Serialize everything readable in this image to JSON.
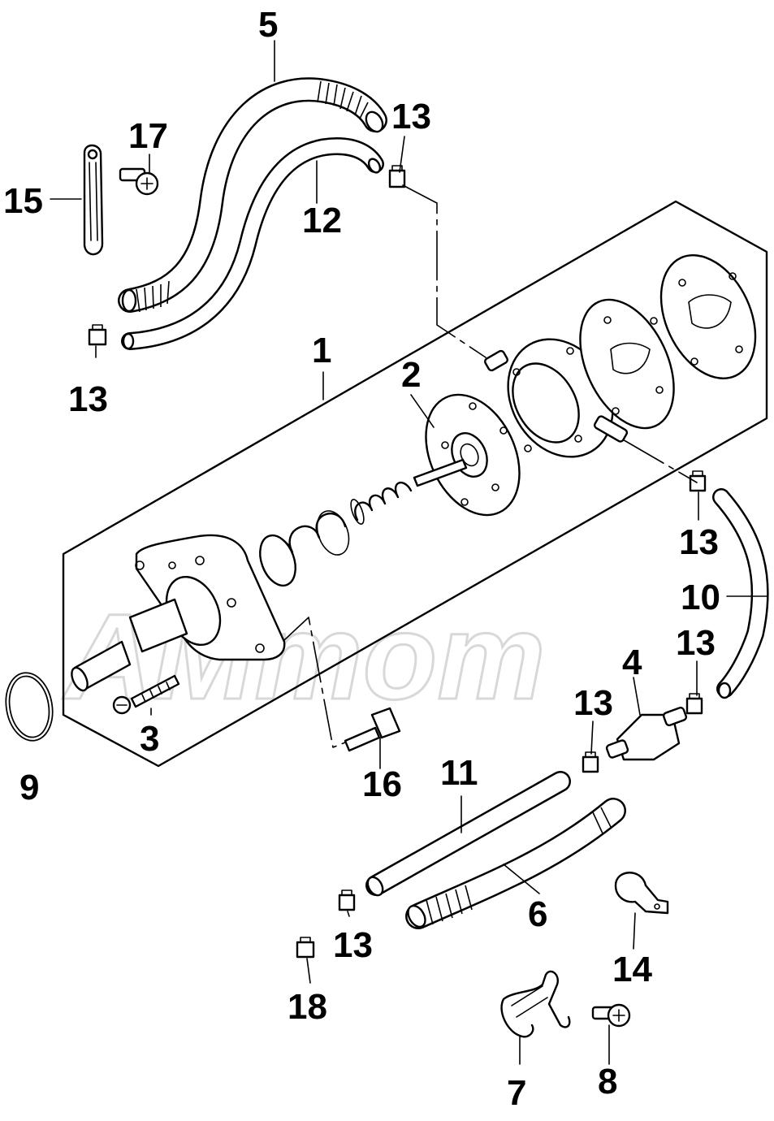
{
  "watermark": {
    "text": "AMmom",
    "color": "#d8d8d8"
  },
  "line_color": "#000000",
  "background": "#ffffff",
  "callouts": {
    "c1": "1",
    "c2": "2",
    "c3": "3",
    "c4": "4",
    "c5": "5",
    "c6": "6",
    "c7": "7",
    "c8": "8",
    "c9": "9",
    "c10": "10",
    "c11": "11",
    "c12": "12",
    "c13": "13",
    "c14": "14",
    "c15": "15",
    "c16": "16",
    "c17": "17",
    "c18": "18"
  }
}
